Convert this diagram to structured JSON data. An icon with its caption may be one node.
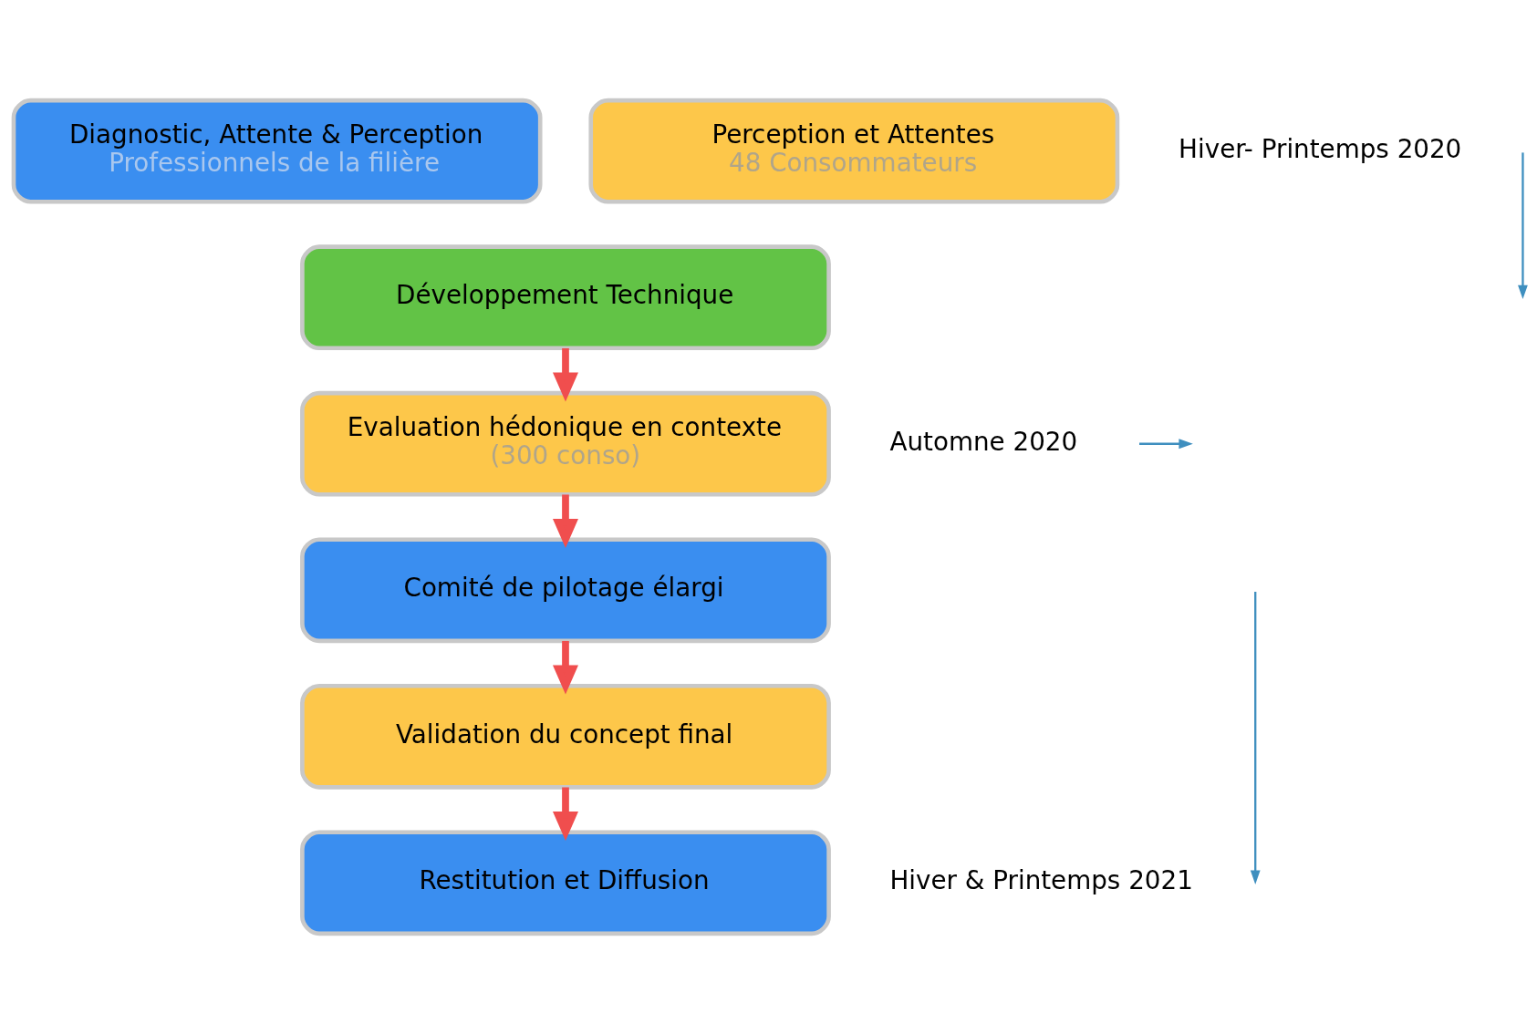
{
  "diagram": {
    "nodes": [
      {
        "text": [
          "Diagnostic, Attente & Perception",
          "Professionnels de la filière"
        ]
      },
      {
        "text": [
          "Perception et Attentes",
          "48 Consommateurs"
        ]
      },
      {
        "text": [
          "Développement Technique"
        ]
      },
      {
        "text": [
          "Evaluation hédonique en contexte",
          "(300 conso)"
        ]
      },
      {
        "text": [
          "Comité de pilotage élargi"
        ]
      },
      {
        "text": [
          "Validation du concept final"
        ]
      },
      {
        "text": [
          "Restitution et Diffusion"
        ]
      }
    ],
    "edges": [
      {
        "from": 2,
        "to": 3,
        "arrow": "to"
      },
      {
        "from": 3,
        "to": 4,
        "arrow": "to"
      },
      {
        "from": 4,
        "to": 5,
        "arrow": "to"
      },
      {
        "from": 5,
        "to": 6,
        "arrow": "to"
      }
    ],
    "labels": [
      "Hiver- Printemps 2020",
      "Automne 2020",
      "Hiver & Printemps 2021"
    ]
  }
}
